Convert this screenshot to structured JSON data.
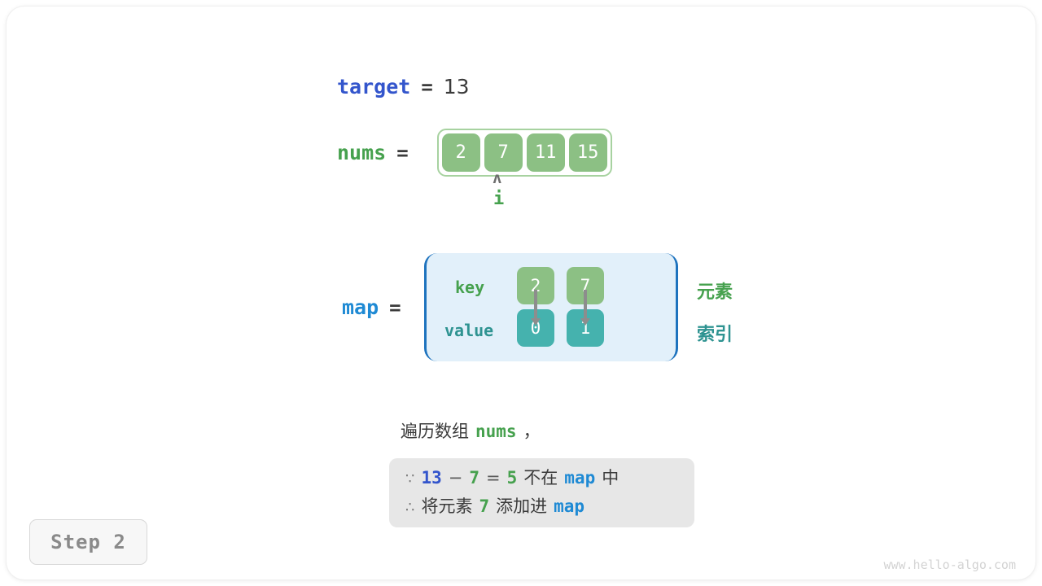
{
  "figure": {
    "title_hidden": "",
    "watermark": "www.hello-algo.com",
    "step_badge": "Step 2"
  },
  "colors": {
    "target_blue": "#3355cc",
    "map_blue": "#1f8ad4",
    "nums_green": "#46a14e",
    "value_teal": "#2e9391",
    "cell_green": "#8cc084",
    "cell_teal": "#45b2ae",
    "array_frame_border": "#a7d2a0",
    "map_box_fill": "#e2f0fa",
    "map_box_border": "#1e73be",
    "reason_box_fill": "#e7e7e7",
    "text_dark": "#3b3b3b",
    "text_gray": "#8a8a8a"
  },
  "target": {
    "label": "target",
    "equals": "=",
    "value": "13"
  },
  "nums": {
    "label": "nums",
    "equals": "=",
    "cells": [
      "2",
      "7",
      "11",
      "15"
    ]
  },
  "pointer": {
    "caret": "ʌ",
    "name": "i",
    "index": 1
  },
  "map": {
    "label": "map",
    "equals": "=",
    "row_labels": {
      "key": "key",
      "value": "value"
    },
    "entries": [
      {
        "key": "2",
        "value": "0"
      },
      {
        "key": "7",
        "value": "1"
      }
    ],
    "side_notes": {
      "element": "元素",
      "index": "索引"
    }
  },
  "description": {
    "line": {
      "prefix": "遍历数组",
      "code": "nums",
      "suffix": "，"
    },
    "reasons": [
      {
        "symbol": "∵",
        "tokens": [
          {
            "text": "13",
            "style": "blue-mono"
          },
          {
            "text": "−",
            "style": "op"
          },
          {
            "text": "7",
            "style": "green-mono"
          },
          {
            "text": "=",
            "style": "op"
          },
          {
            "text": "5",
            "style": "green-mono"
          },
          {
            "text": "不在",
            "style": "dark"
          },
          {
            "text": "map",
            "style": "lblue-mono"
          },
          {
            "text": "中",
            "style": "dark"
          }
        ]
      },
      {
        "symbol": "∴",
        "tokens": [
          {
            "text": "将元素",
            "style": "dark"
          },
          {
            "text": "7",
            "style": "green-mono"
          },
          {
            "text": "添加进",
            "style": "dark"
          },
          {
            "text": "map",
            "style": "lblue-mono"
          }
        ]
      }
    ]
  }
}
